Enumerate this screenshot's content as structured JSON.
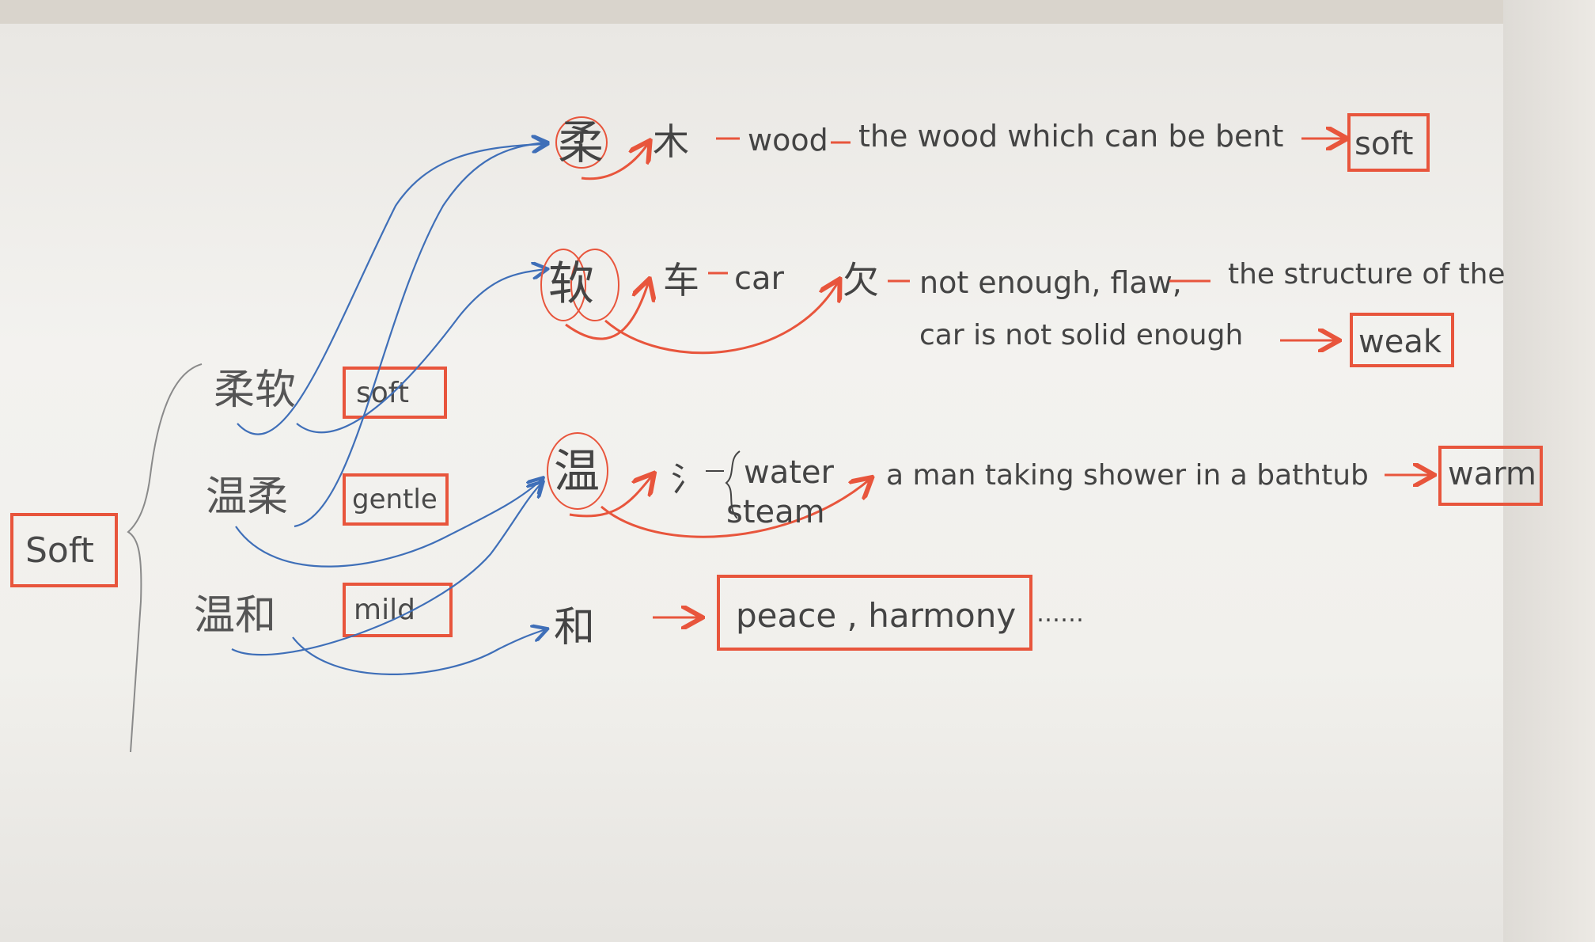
{
  "root_word": "Soft",
  "compounds": [
    {
      "chinese": "柔软",
      "english": "soft"
    },
    {
      "chinese": "温柔",
      "english": "gentle"
    },
    {
      "chinese": "温和",
      "english": "mild"
    }
  ],
  "branches": {
    "rou": {
      "char": "柔",
      "component": "木",
      "line1": "wood",
      "line1b": "the wood which can be bent",
      "result": "soft"
    },
    "ruan": {
      "char": "软",
      "component1": "车",
      "component1_meaning": "car",
      "component2": "欠",
      "component2_meaning": "not enough, flaw,",
      "line1": "the structure of the",
      "line2": "car is not solid enough",
      "result": "weak"
    },
    "wen": {
      "char": "温",
      "component": "氵",
      "meaning1": "water",
      "meaning2": "steam",
      "line1": "a man taking shower in a bathtub",
      "result": "warm"
    },
    "he": {
      "char": "和",
      "result": "peace , harmony",
      "trail": "……"
    }
  },
  "colors": {
    "orange": "#e8553c",
    "blue": "#3f6fb8",
    "ink": "#4a4a4a",
    "pencil": "#8a8a8a"
  }
}
